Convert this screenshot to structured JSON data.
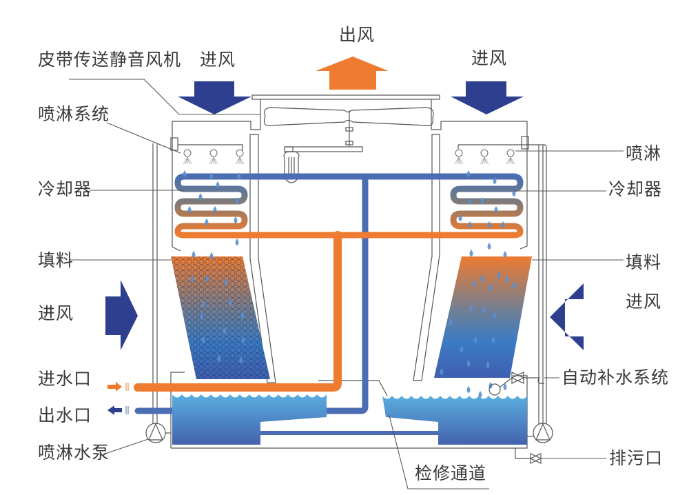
{
  "title": "冷却塔结构示意图",
  "labels": {
    "air_out": "出风",
    "fan": "皮带传送静音风机",
    "air_in_top_left": "进风",
    "air_in_top_right": "进风",
    "spray_system": "喷淋系统",
    "spray_right": "喷淋",
    "cooler_left": "冷却器",
    "cooler_right": "冷却器",
    "fill_left": "填料",
    "fill_right": "填料",
    "air_in_left": "进风",
    "air_in_right": "进风",
    "water_inlet": "进水口",
    "water_outlet": "出水口",
    "spray_pump": "喷淋水泵",
    "auto_makeup": "自动补水系统",
    "drain": "排污口",
    "access_channel": "检修通道"
  },
  "colors": {
    "air_in_arrow": "#2e3f8f",
    "air_out_arrow": "#ee7b30",
    "hot_pipe": "#ee7b30",
    "cold_pipe": "#4a6db3",
    "water_light": "#5aa5d8",
    "water_dark": "#4566b0",
    "drop": "#5b8fd0"
  }
}
